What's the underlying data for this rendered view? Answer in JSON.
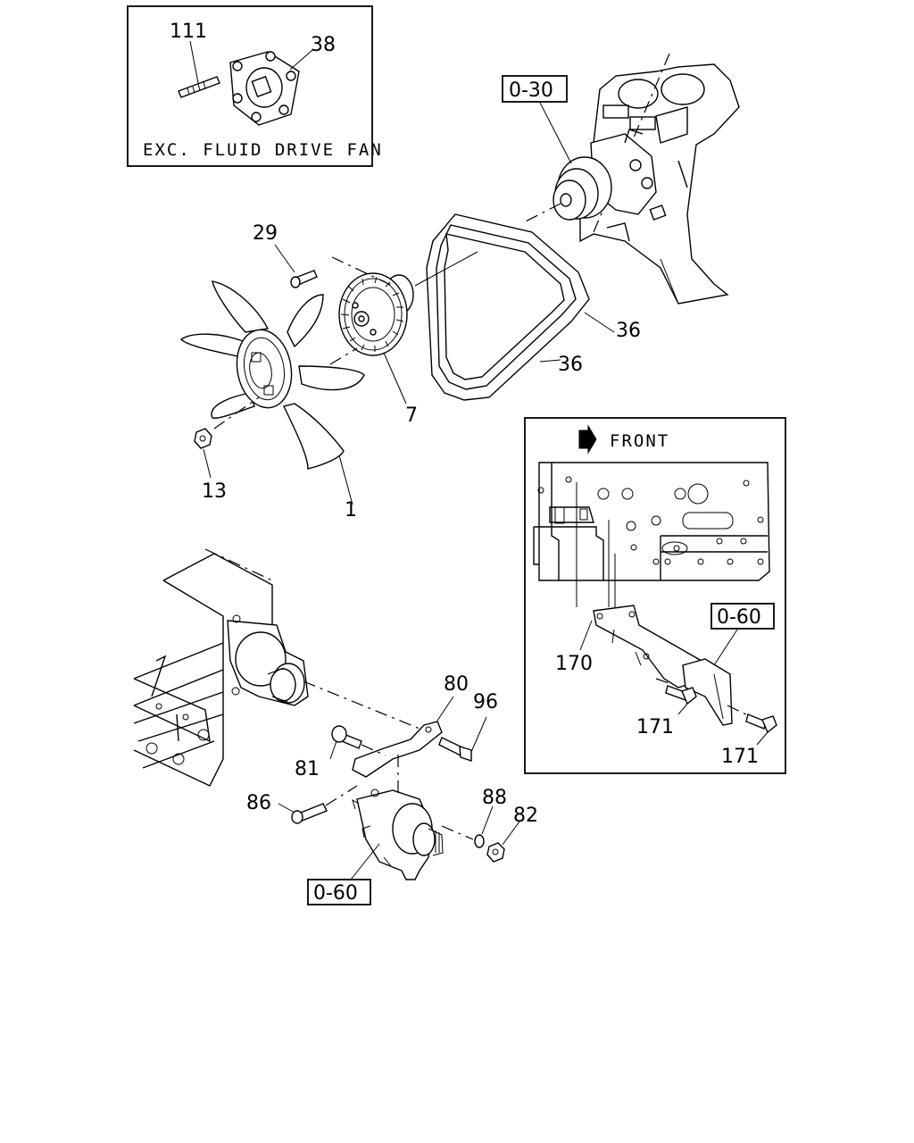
{
  "inset_top": {
    "caption": "EXC. FLUID DRIVE FAN",
    "callouts": [
      "111",
      "38"
    ]
  },
  "inset_right": {
    "front_label": "FRONT",
    "ref_box": "0-60",
    "callouts": [
      "170",
      "171",
      "171"
    ]
  },
  "ref_boxes": {
    "pump": "0-30",
    "alternator": "0-60"
  },
  "callouts": {
    "bolt_29": "29",
    "belt_a": "36",
    "belt_b": "36",
    "clutch": "7",
    "nut_13": "13",
    "fan": "1",
    "bracket_80": "80",
    "bolt_96": "96",
    "bolt_81": "81",
    "bolt_86": "86",
    "washer_88": "88",
    "nut_82": "82"
  },
  "icons": {
    "front_arrow": "front-arrow-icon"
  }
}
